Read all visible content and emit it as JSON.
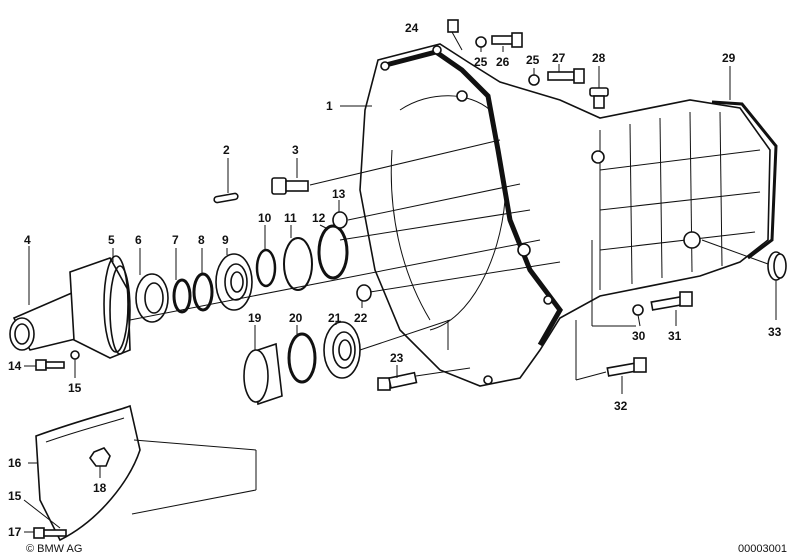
{
  "diagram": {
    "part_numbers": [
      "1",
      "2",
      "3",
      "4",
      "5",
      "6",
      "7",
      "8",
      "9",
      "10",
      "11",
      "12",
      "13",
      "14",
      "15",
      "16",
      "17",
      "18",
      "19",
      "20",
      "21",
      "22",
      "23",
      "24",
      "25",
      "26",
      "27",
      "28",
      "29",
      "30",
      "31",
      "32",
      "33"
    ],
    "extra_labels": {
      "15b": "15",
      "25b": "25"
    },
    "copyright": "© BMW AG",
    "figure_id": "00003001"
  }
}
